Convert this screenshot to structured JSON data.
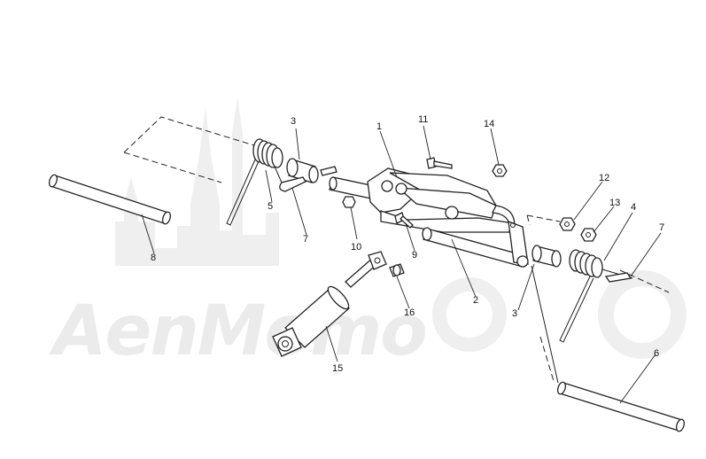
{
  "watermark": {
    "text": "AenMomo"
  },
  "callouts": [
    {
      "id": "c1",
      "text": "1"
    },
    {
      "id": "c2",
      "text": "2"
    },
    {
      "id": "c3a",
      "text": "3"
    },
    {
      "id": "c3b",
      "text": "3"
    },
    {
      "id": "c4",
      "text": "4"
    },
    {
      "id": "c5",
      "text": "5"
    },
    {
      "id": "c6",
      "text": "6"
    },
    {
      "id": "c7a",
      "text": "7"
    },
    {
      "id": "c7b",
      "text": "7"
    },
    {
      "id": "c8",
      "text": "8"
    },
    {
      "id": "c9",
      "text": "9"
    },
    {
      "id": "c10",
      "text": "10"
    },
    {
      "id": "c11",
      "text": "11"
    },
    {
      "id": "c12",
      "text": "12"
    },
    {
      "id": "c13",
      "text": "13"
    },
    {
      "id": "c14",
      "text": "14"
    },
    {
      "id": "c15",
      "text": "15"
    },
    {
      "id": "c16",
      "text": "16"
    }
  ],
  "colors": {
    "line": "#222222",
    "watermark": "#ebebeb",
    "background": "#ffffff"
  }
}
